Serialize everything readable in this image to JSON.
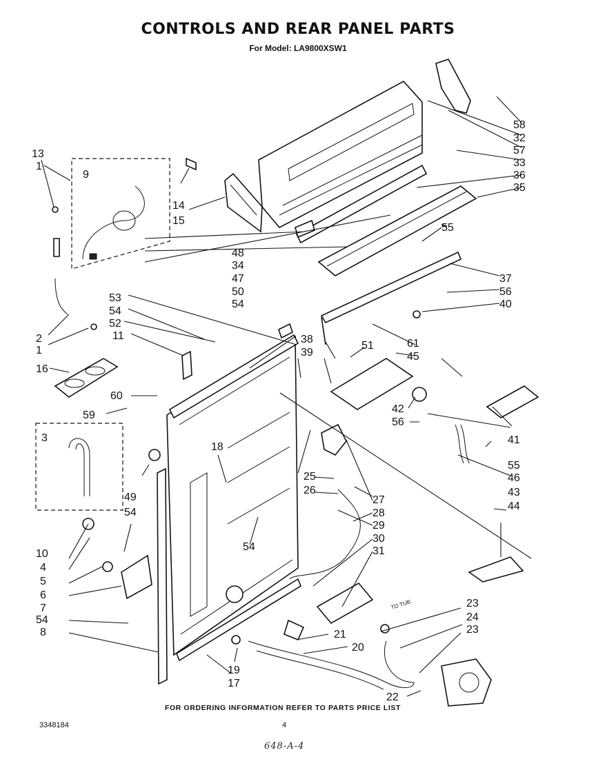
{
  "title": "CONTROLS AND REAR PANEL PARTS",
  "subtitle": "For Model: LA9800XSW1",
  "footer_note": "FOR ORDERING INFORMATION REFER TO PARTS PRICE LIST",
  "document_number": "3348184",
  "page_number": "4",
  "handwritten_note": "648-A-4",
  "hose_label": "TO TUB",
  "callouts": [
    "1",
    "2",
    "3",
    "4",
    "5",
    "6",
    "7",
    "8",
    "9",
    "10",
    "11",
    "13",
    "14",
    "15",
    "16",
    "17",
    "18",
    "19",
    "20",
    "21",
    "22",
    "23",
    "24",
    "25",
    "26",
    "27",
    "28",
    "29",
    "30",
    "31",
    "32",
    "33",
    "34",
    "35",
    "36",
    "37",
    "38",
    "39",
    "40",
    "41",
    "42",
    "43",
    "44",
    "45",
    "46",
    "47",
    "48",
    "49",
    "50",
    "51",
    "52",
    "53",
    "54",
    "55",
    "56",
    "57",
    "58",
    "59",
    "60",
    "61"
  ]
}
